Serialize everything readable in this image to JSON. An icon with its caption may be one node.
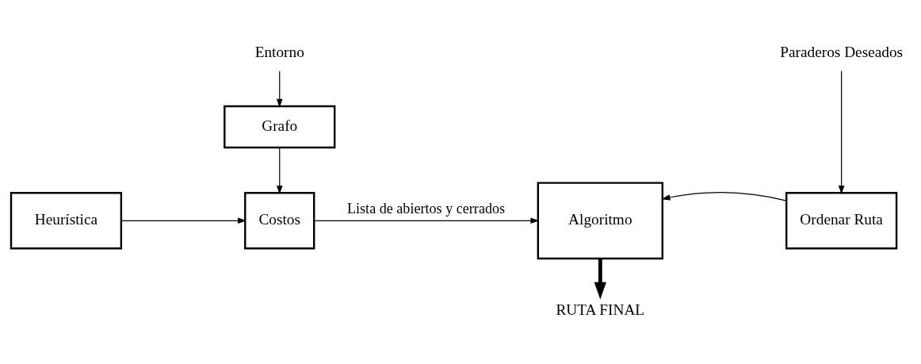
{
  "diagram": {
    "nodes": [
      {
        "text": [
          "Entorno"
        ]
      },
      {
        "text": [
          "Grafo"
        ]
      },
      {
        "text": [
          "Heurística"
        ]
      },
      {
        "text": [
          "Costos"
        ]
      },
      {
        "text": [
          "Algoritmo"
        ]
      },
      {
        "text": [
          "Paraderos Deseados"
        ]
      },
      {
        "text": [
          "Ordenar Ruta"
        ]
      },
      {
        "text": [
          "RUTA FINAL"
        ]
      }
    ],
    "edges": [
      {
        "from": 0,
        "to": 1,
        "arrow": "to"
      },
      {
        "from": 1,
        "to": 3,
        "arrow": "to"
      },
      {
        "from": 2,
        "to": 3,
        "arrow": "to"
      },
      {
        "from": 3,
        "to": 4,
        "arrow": "to",
        "label": "Lista de abiertos y cerrados"
      },
      {
        "from": 5,
        "to": 6,
        "arrow": "to"
      },
      {
        "from": 6,
        "to": 4,
        "arrow": "to"
      },
      {
        "from": 4,
        "to": 7,
        "arrow": "to",
        "style": "thick"
      }
    ]
  }
}
